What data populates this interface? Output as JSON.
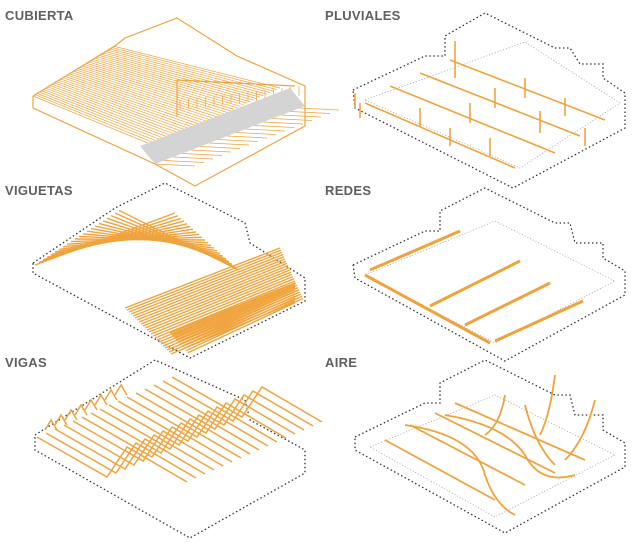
{
  "colors": {
    "orange": "#F0A33C",
    "orange_dark": "#D98A1E",
    "grey_fill": "#CFCFCF",
    "outline": "#333333",
    "label": "#5F5F5F"
  },
  "panels": [
    {
      "id": "cubierta",
      "label": "CUBIERTA"
    },
    {
      "id": "pluviales",
      "label": "PLUVIALES"
    },
    {
      "id": "viguetas",
      "label": "VIGUETAS"
    },
    {
      "id": "redes",
      "label": "REDES"
    },
    {
      "id": "vigas",
      "label": "VIGAS"
    },
    {
      "id": "aire",
      "label": "AIRE"
    }
  ]
}
